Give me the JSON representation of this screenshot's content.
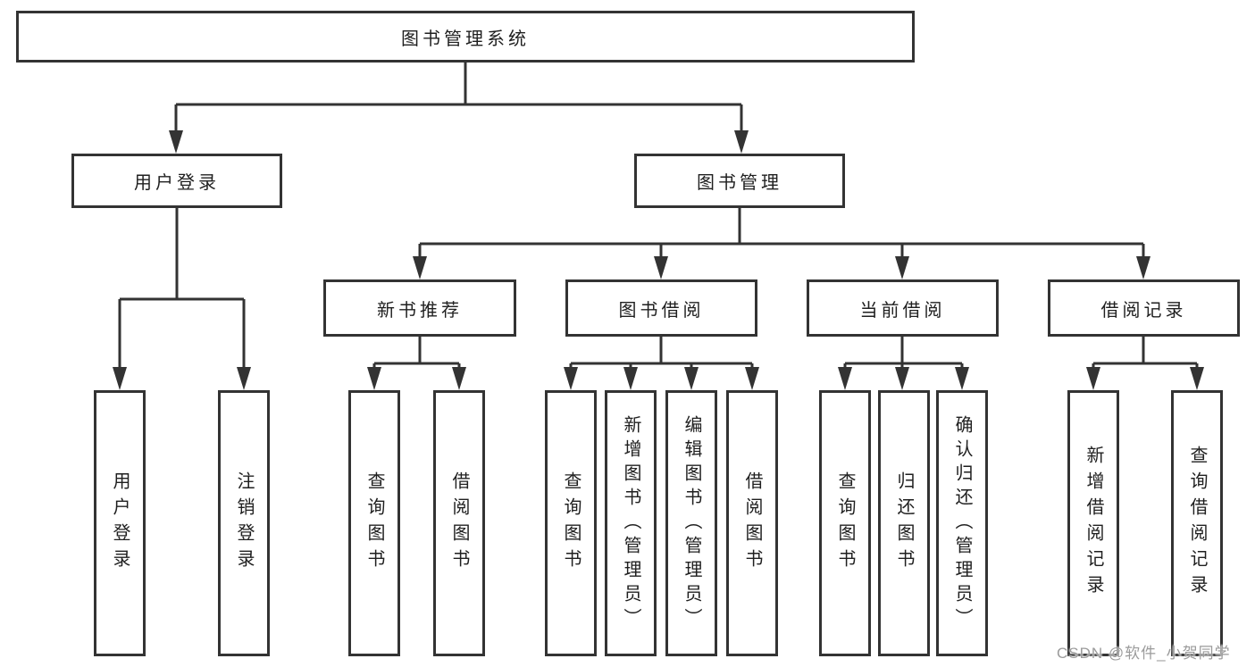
{
  "diagram": {
    "title": "图书管理系统",
    "level2": {
      "user_login": "用户登录",
      "book_mgmt": "图书管理"
    },
    "level3": {
      "new_books": "新书推荐",
      "book_borrow": "图书借阅",
      "current_borrow": "当前借阅",
      "borrow_records": "借阅记录"
    },
    "leaves": {
      "user_login": [
        "用户登录",
        "注销登录"
      ],
      "new_books": [
        "查询图书",
        "借阅图书"
      ],
      "book_borrow": [
        "查询图书",
        "新增图书（管理员）",
        "编辑图书（管理员）",
        "借阅图书"
      ],
      "current_borrow": [
        "查询图书",
        "归还图书",
        "确认归还（管理员）"
      ],
      "borrow_records": [
        "新增借阅记录",
        "查询借阅记录"
      ]
    },
    "colors": {
      "line": "#333333",
      "box_border": "#333333",
      "text": "#1f1f1f",
      "watermark": "#9b9b9b",
      "background": "#ffffff"
    }
  },
  "watermark": "CSDN @软件_小贺同学"
}
